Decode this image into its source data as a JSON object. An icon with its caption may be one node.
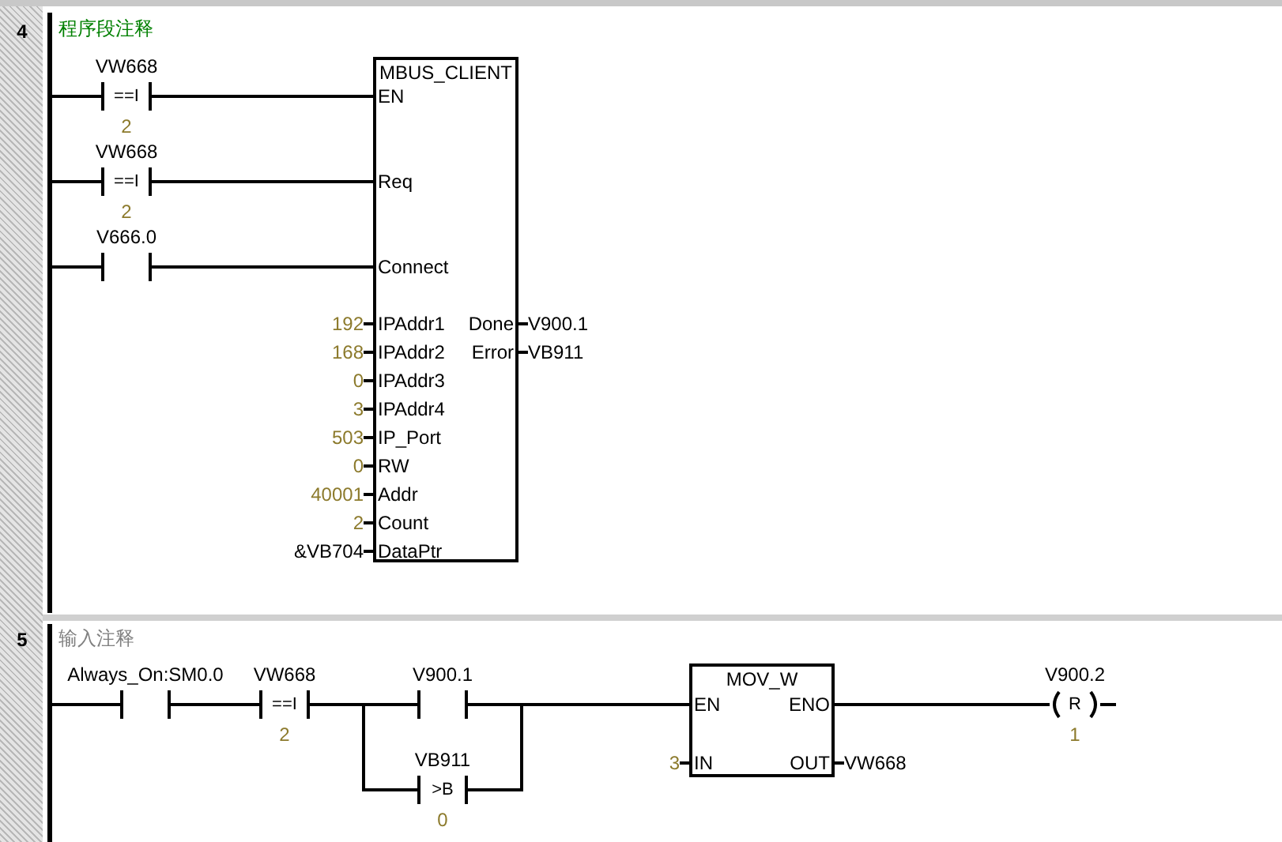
{
  "diagram": {
    "nodes": [
      {
        "text": [],
        "shape": "bar"
      },
      {
        "text": [
          "VW668",
          "==I",
          "2"
        ]
      },
      {
        "text": [
          "VW668",
          "==I",
          "2"
        ]
      },
      {
        "text": [
          "V666.0"
        ]
      },
      {
        "text": [
          "MBUS_CLIENT",
          "EN",
          "Req",
          "Connect",
          "IPAddr1",
          "IPAddr2",
          "IPAddr3",
          "IPAddr4",
          "IP_Port",
          "RW",
          "Addr",
          "Count",
          "DataPtr",
          "Done",
          "Error"
        ],
        "beside": [
          "192",
          "168",
          "0",
          "3",
          "503",
          "0",
          "40001",
          "2",
          "&VB704",
          "V900.1",
          "VB911"
        ]
      },
      {
        "text": [],
        "shape": "bar"
      },
      {
        "text": [
          "Always_On:SM0.0"
        ]
      },
      {
        "text": [
          "VW668",
          "==I",
          "2"
        ]
      },
      {
        "text": [
          "V900.1"
        ]
      },
      {
        "text": [
          "VB911",
          ">B",
          "0"
        ]
      },
      {
        "text": [
          "MOV_W",
          "EN",
          "ENO",
          "IN",
          "OUT"
        ],
        "beside": [
          "3",
          "VW668"
        ]
      },
      {
        "text": [
          "V900.2",
          "R",
          "1"
        ]
      }
    ],
    "edges": [
      {
        "from": 0,
        "to": 1,
        "arrow": "none"
      },
      {
        "from": 1,
        "to": 4,
        "arrow": "none"
      },
      {
        "from": 0,
        "to": 2,
        "arrow": "none"
      },
      {
        "from": 2,
        "to": 4,
        "arrow": "none"
      },
      {
        "from": 0,
        "to": 3,
        "arrow": "none"
      },
      {
        "from": 3,
        "to": 4,
        "arrow": "none"
      },
      {
        "from": 5,
        "to": 6,
        "arrow": "none"
      },
      {
        "from": 6,
        "to": 7,
        "arrow": "none"
      },
      {
        "from": 7,
        "to": 8,
        "arrow": "none"
      },
      {
        "from": 7,
        "to": 9,
        "arrow": "none"
      },
      {
        "from": 8,
        "to": 10,
        "arrow": "none"
      },
      {
        "from": 9,
        "to": 10,
        "arrow": "none"
      },
      {
        "from": 10,
        "to": 11,
        "arrow": "none"
      }
    ],
    "labels": [
      "4",
      "程序段注释",
      "5",
      "输入注释"
    ]
  }
}
